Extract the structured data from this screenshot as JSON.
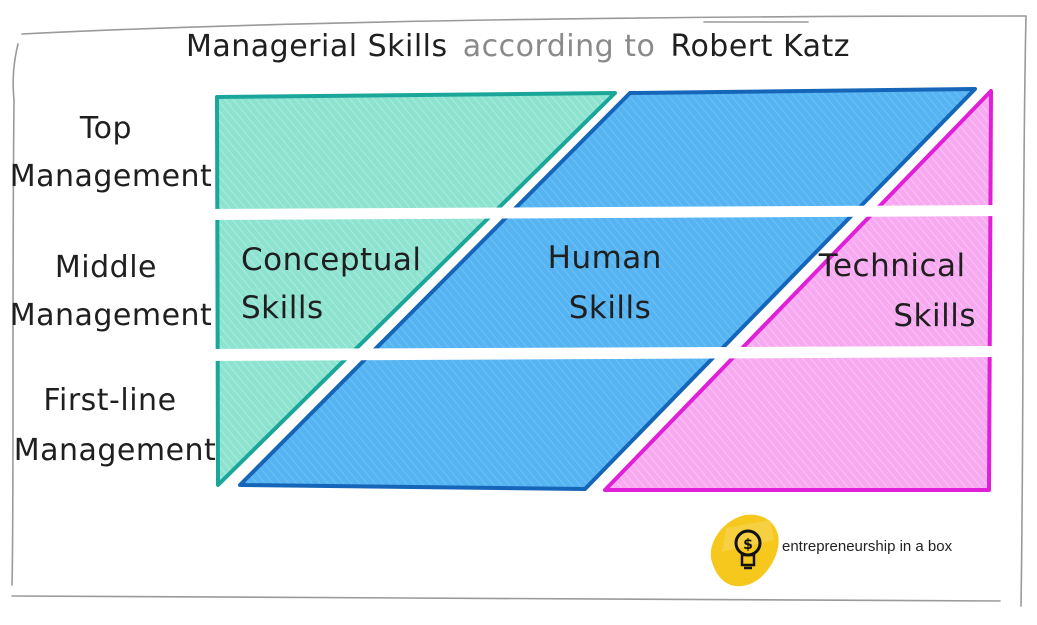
{
  "title": {
    "part1": "Managerial Skills",
    "part2": "according to",
    "part3": "Robert Katz"
  },
  "rows": [
    {
      "line1": "Top",
      "line2": "Management"
    },
    {
      "line1": "Middle",
      "line2": "Management"
    },
    {
      "line1": "First-line",
      "line2": "Management"
    }
  ],
  "skills": {
    "conceptual": {
      "line1": "Conceptual",
      "line2": "Skills"
    },
    "human": {
      "line1": "Human",
      "line2": "Skills"
    },
    "technical": {
      "line1": "Technical",
      "line2": "Skills"
    }
  },
  "brand": {
    "text": "entrepreneurship in a box",
    "icon": "lightbulb-dollar-icon"
  },
  "colors": {
    "conceptual_fill": "#8de3cf",
    "conceptual_stroke": "#1aa79a",
    "human_fill": "#56b4f2",
    "human_stroke": "#1565b8",
    "technical_fill": "#f7aaf0",
    "technical_stroke": "#e11ed8",
    "brand_splash": "#f6c81e"
  }
}
